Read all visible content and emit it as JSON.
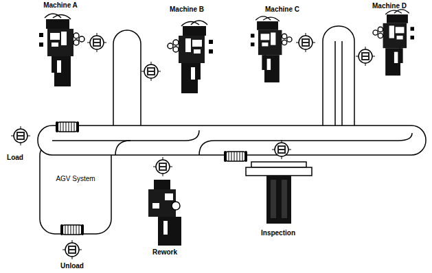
{
  "diagram": {
    "labels": [
      "Machine A",
      "Machine B",
      "Machine C",
      "Machine D",
      "Load",
      "AGV System",
      "Unload",
      "Rework",
      "Inspection"
    ]
  }
}
